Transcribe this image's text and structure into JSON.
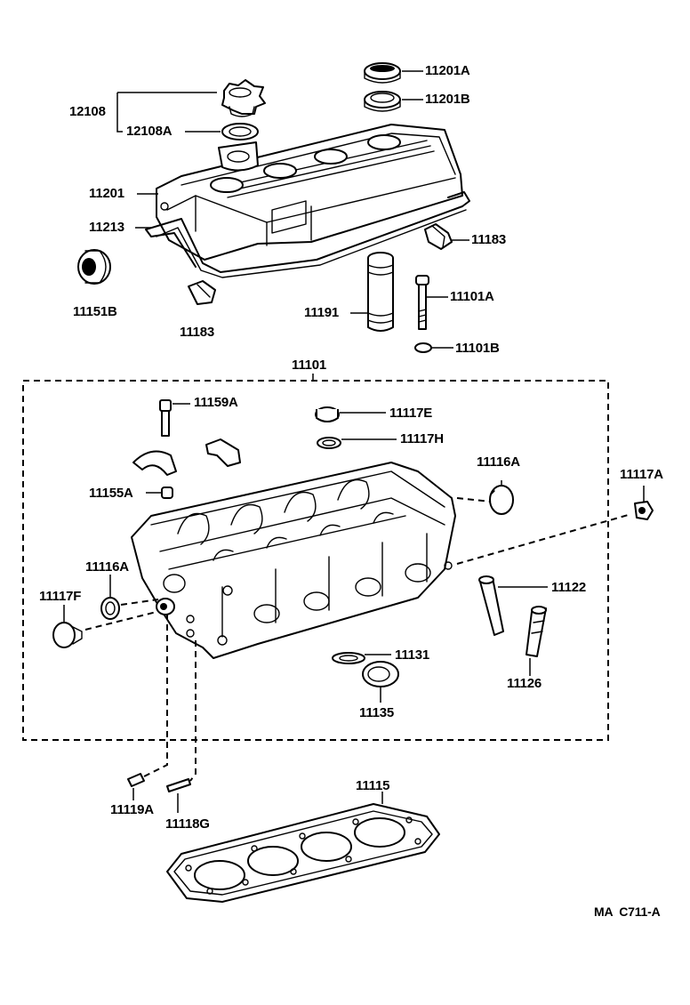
{
  "labels": {
    "l12108": "12108",
    "l12108A": "12108A",
    "l11201A": "11201A",
    "l11201B": "11201B",
    "l11201": "11201",
    "l11213": "11213",
    "l11183_right": "11183",
    "l11183_left": "11183",
    "l11151B": "11151B",
    "l11191": "11191",
    "l11101A": "11101A",
    "l11101B": "11101B",
    "l11101": "11101",
    "l11159A": "11159A",
    "l11117E": "11117E",
    "l11117H": "11117H",
    "l11116A_right": "11116A",
    "l11117A": "11117A",
    "l11155A": "11155A",
    "l11116A_left": "11116A",
    "l11117F": "11117F",
    "l11122": "11122",
    "l11131": "11131",
    "l11126": "11126",
    "l11135": "11135",
    "l11119A": "11119A",
    "l11118G": "11118G",
    "l11115": "11115"
  },
  "diagram_code": "MA  C711-A"
}
